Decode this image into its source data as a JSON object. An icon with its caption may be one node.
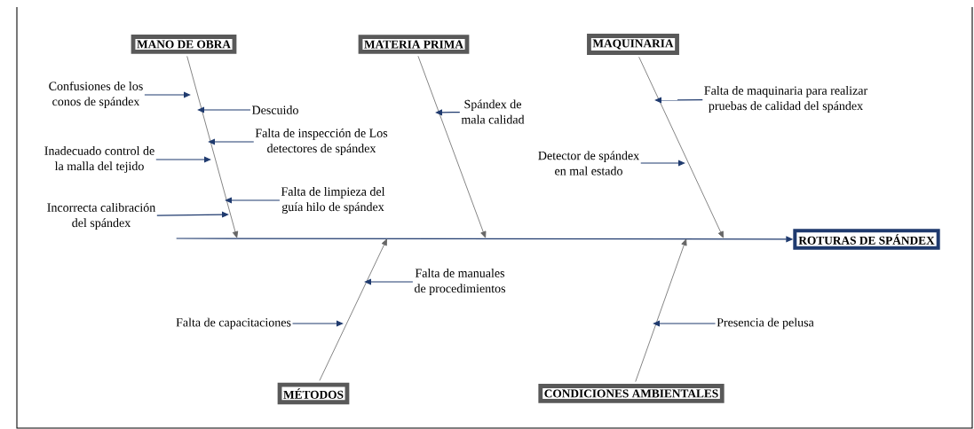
{
  "diagram": {
    "nodes": [
      {
        "text": [
          "MANO DE OBRA"
        ]
      },
      {
        "text": [
          "MATERIA PRIMA"
        ]
      },
      {
        "text": [
          "MAQUINARIA"
        ]
      },
      {
        "text": [
          "ROTURAS DE SPÁNDEX"
        ]
      },
      {
        "text": [
          "MÉTODOS"
        ]
      },
      {
        "text": [
          "CONDICIONES AMBIENTALES"
        ]
      },
      {
        "text": [
          "Confusiones de los conos de spándex"
        ]
      },
      {
        "text": [
          "Descuido"
        ]
      },
      {
        "text": [
          "Falta de inspección de Los detectores de spándex"
        ]
      },
      {
        "text": [
          "Inadecuado control de la malla del tejido"
        ]
      },
      {
        "text": [
          "Falta de limpieza del guía hilo de spándex"
        ]
      },
      {
        "text": [
          "Incorrecta calibración del spándex"
        ]
      },
      {
        "text": [
          "Spándex de mala calidad"
        ]
      },
      {
        "text": [
          "Falta de maquinaria para realizar pruebas de calidad del spándex"
        ]
      },
      {
        "text": [
          "Detector de spándex en mal estado"
        ]
      },
      {
        "text": [
          "Falta de manuales de procedimientos"
        ]
      },
      {
        "text": [
          "Falta de capacitaciones"
        ]
      },
      {
        "text": [
          "Presencia de pelusa"
        ]
      }
    ],
    "edges": [
      {
        "from": null,
        "to": 3,
        "arrow": "to"
      },
      {
        "from": 0,
        "to": null,
        "arrow": "to",
        "color": "#666666"
      },
      {
        "from": 1,
        "to": null,
        "arrow": "to",
        "color": "#666666"
      },
      {
        "from": 2,
        "to": null,
        "arrow": "to",
        "color": "#666666"
      },
      {
        "from": 4,
        "to": null,
        "arrow": "to",
        "color": "#666666"
      },
      {
        "from": 5,
        "to": null,
        "arrow": "to",
        "color": "#666666"
      },
      {
        "from": 6,
        "to": null,
        "arrow": "to"
      },
      {
        "from": 7,
        "to": null,
        "arrow": "to"
      },
      {
        "from": 8,
        "to": null,
        "arrow": "to"
      },
      {
        "from": 9,
        "to": null,
        "arrow": "to"
      },
      {
        "from": 10,
        "to": null,
        "arrow": "to"
      },
      {
        "from": 11,
        "to": null,
        "arrow": "to"
      },
      {
        "from": 12,
        "to": null,
        "arrow": "to"
      },
      {
        "from": 13,
        "to": null,
        "arrow": "to"
      },
      {
        "from": 14,
        "to": null,
        "arrow": "to"
      },
      {
        "from": 15,
        "to": null,
        "arrow": "to"
      },
      {
        "from": 16,
        "to": null,
        "arrow": "to"
      },
      {
        "from": 17,
        "to": null,
        "arrow": "to"
      }
    ]
  }
}
